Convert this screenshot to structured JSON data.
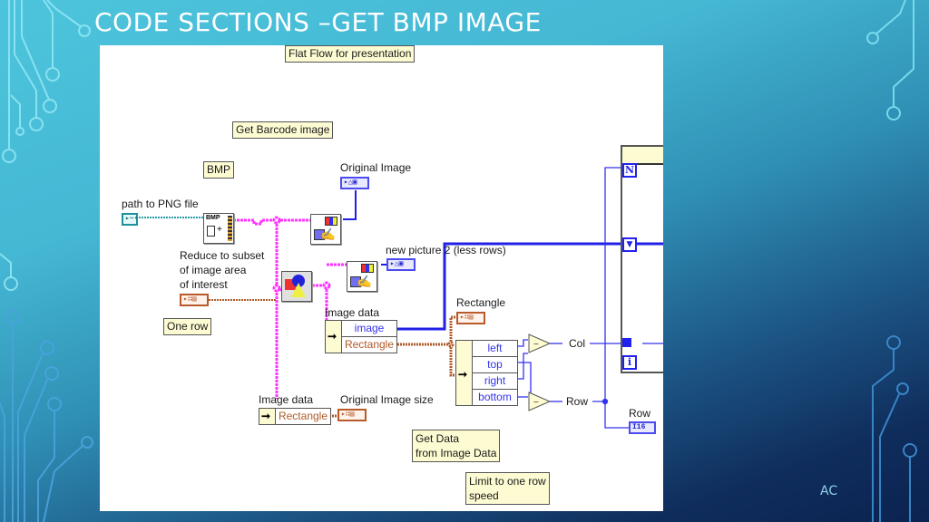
{
  "slide": {
    "title": "CODE SECTIONS –GET BMP IMAGE",
    "footer": "AC"
  },
  "diagram": {
    "comments": {
      "flat_flow": "Flat Flow for presentation",
      "get_barcode": "Get Barcode image",
      "bmp": "BMP",
      "one_row": "One row",
      "get_data_line1": "Get Data",
      "get_data_line2": "from Image Data",
      "limit_line1": "Limit to one row",
      "limit_line2": "speed"
    },
    "labels": {
      "path_png": "path to PNG file",
      "original_image": "Original Image",
      "reduce_line1": "Reduce to subset",
      "reduce_line2": "of image area",
      "reduce_line3": "of interest",
      "new_picture": "new picture 2 (less rows)",
      "rectangle": "Rectangle",
      "image_data_1": "Image data",
      "image_data_2": "Image data",
      "original_image_size": "Original Image size",
      "col": "Col",
      "row": "Row",
      "row_indicator": "Row"
    },
    "bundle_image_data": {
      "fields": [
        "image",
        "Rectangle"
      ]
    },
    "bundle_rectangle": {
      "fields": [
        "left",
        "top",
        "right",
        "bottom"
      ]
    },
    "bundle_image_data_2": {
      "fields": [
        "Rectangle"
      ]
    },
    "terminals": {
      "path_icon": "▸~•",
      "picture_icon": "▸△▣",
      "rect_icon": "▸∷▤",
      "i16": "I16",
      "bmp_vi": "BMP",
      "loop_n": "N",
      "loop_i": "i",
      "subtract": "−"
    },
    "colors": {
      "picture_wire": "#ff33ff",
      "image_wire": "#2020e6",
      "cluster_wire": "#b05a28",
      "path_wire": "#2a9aa8",
      "numeric_wire": "#3333ee",
      "comment_bg": "#fdfbd2"
    }
  }
}
